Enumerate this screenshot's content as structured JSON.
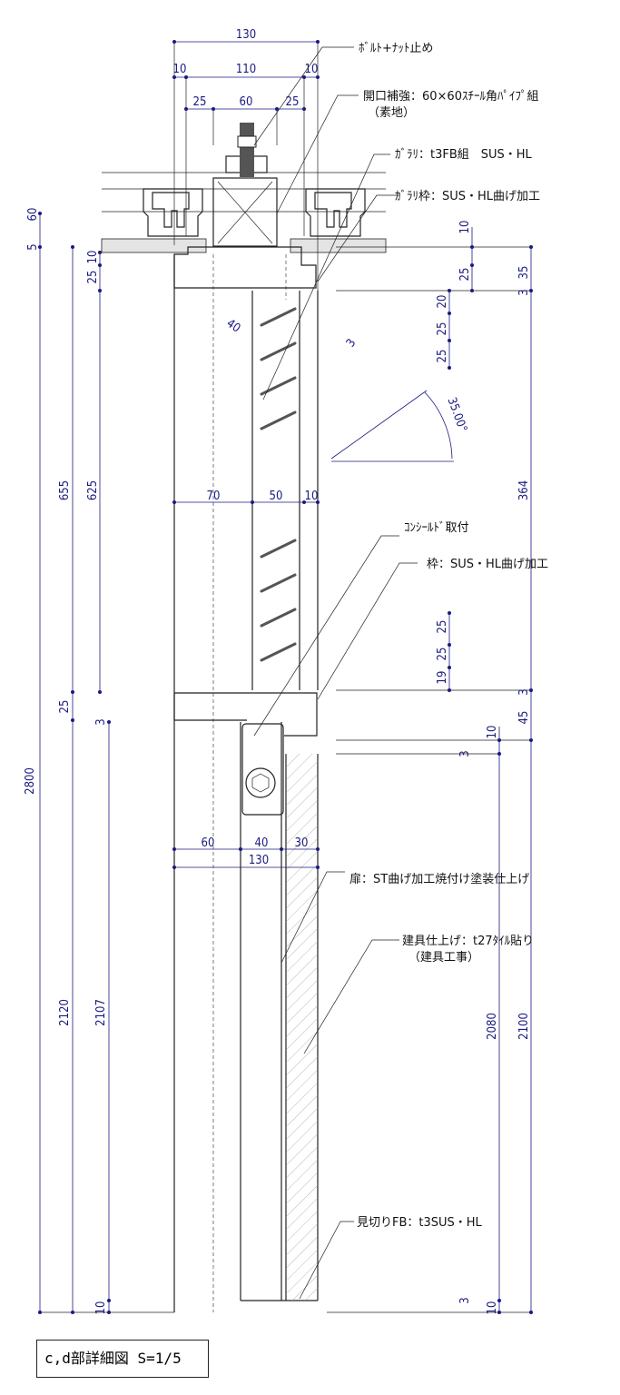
{
  "dims_top": [
    "130",
    "10",
    "110",
    "10",
    "25",
    "60",
    "25"
  ],
  "dims_left": [
    "60",
    "5",
    "10",
    "25",
    "655",
    "625",
    "25",
    "2800",
    "3",
    "2120",
    "2107",
    "10"
  ],
  "dims_right": [
    "10",
    "25",
    "35",
    "3",
    "20",
    "25",
    "25",
    "364",
    "25",
    "25",
    "19",
    "3",
    "45",
    "10",
    "3",
    "2080",
    "2100",
    "3",
    "10"
  ],
  "dims_mid": [
    "70",
    "50",
    "10",
    "60",
    "40",
    "30",
    "130"
  ],
  "louver": {
    "pitch": "40",
    "gap": "3",
    "angle": "35.00°"
  },
  "notes": {
    "bolt": "ﾎﾞﾙﾄ+ﾅｯﾄ止め",
    "reinforce": "開口補強：60×60ｽﾁｰﾙ角ﾊﾟｲﾌﾟ組",
    "reinforce_sub": "（素地）",
    "gallery": "ｶﾞﾗﾘ：t3FB組　SUS・HL",
    "gallery_frame": "ｶﾞﾗﾘ枠：SUS・HL曲げ加工",
    "concealed": "ｺﾝｼｰﾙﾄﾞ取付",
    "frame": "枠：SUS・HL曲げ加工",
    "door": "扉：ST曲げ加工焼付け塗装仕上げ",
    "finish": "建具仕上げ：t27ﾀｲﾙ貼り",
    "finish_sub": "（建具工事）",
    "trim": "見切りFB：t3SUS・HL"
  },
  "title": "c,d部詳細図 S=1/5"
}
